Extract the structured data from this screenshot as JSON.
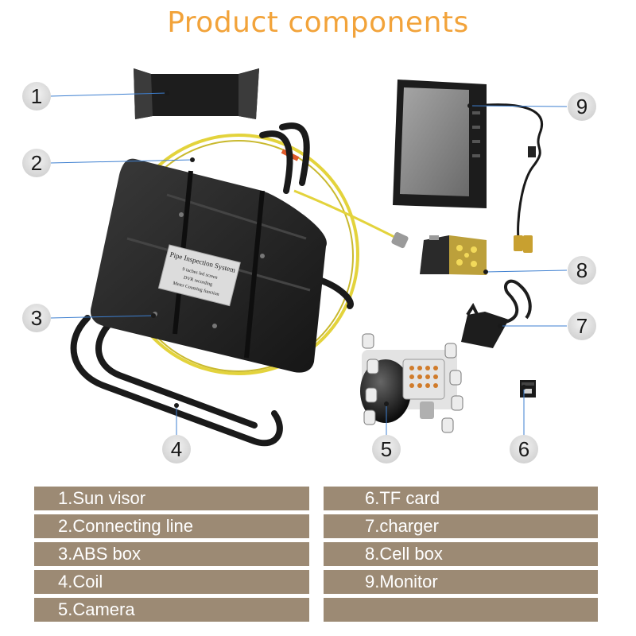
{
  "title": "Product components",
  "callouts": [
    "1",
    "2",
    "3",
    "4",
    "5",
    "6",
    "7",
    "8",
    "9"
  ],
  "device_label": {
    "line1": "Pipe Inspection System",
    "line2": "9 inches led screen",
    "line3": "DVR recording",
    "line4": "Meter Counting function"
  },
  "components": {
    "left": [
      "1.Sun visor",
      "2.Connecting line",
      "3.ABS box",
      "4.Coil",
      "5.Camera"
    ],
    "right": [
      "6.TF card",
      "7.charger",
      "8.Cell box",
      "9.Monitor",
      ""
    ]
  },
  "colors": {
    "title": "#f2a33a",
    "table_bg": "#9c8a74",
    "cable": "#e3d33c",
    "leader": "#3d7fd0"
  }
}
